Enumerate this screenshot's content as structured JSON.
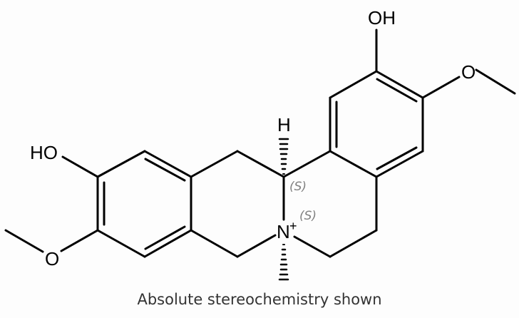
{
  "molecule": {
    "atoms": {
      "oh_top": "OH",
      "o_top_methoxy": "O",
      "ho_left": "HO",
      "o_left_methoxy": "O",
      "h_stereo": "H",
      "n_plus": "N",
      "n_charge": "+"
    },
    "stereo_labels": {
      "c_center": "(S)",
      "n_center": "(S)"
    }
  },
  "caption": "Absolute stereochemistry shown",
  "colors": {
    "bond": "#000000",
    "stereo_label": "#808080",
    "caption": "#333333",
    "background": "#fdfdfd"
  }
}
